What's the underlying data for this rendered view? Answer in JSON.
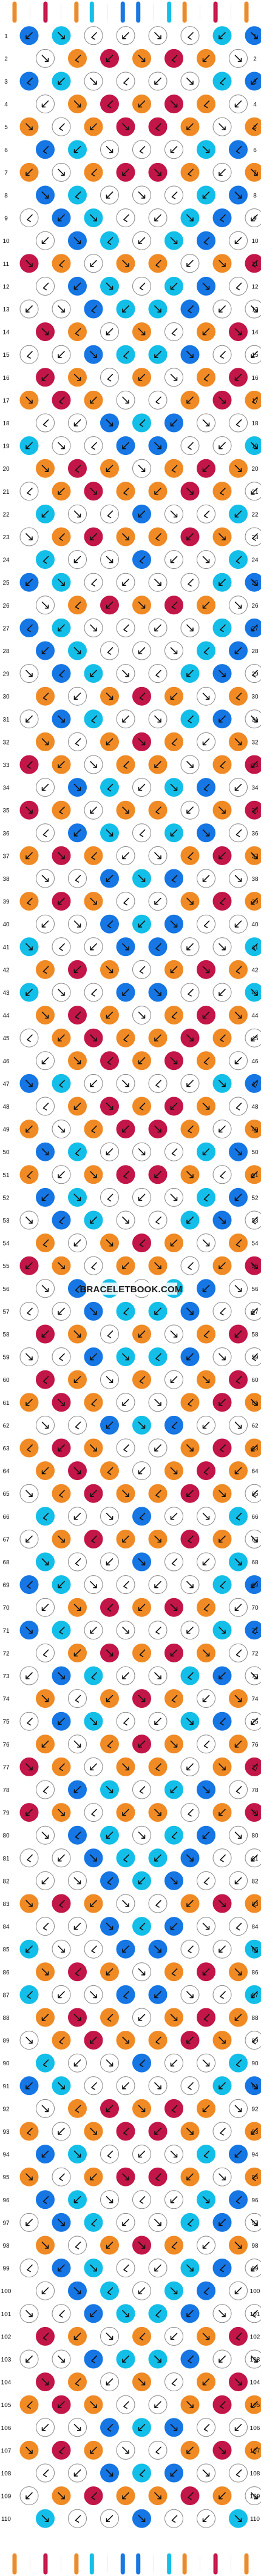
{
  "pattern": {
    "watermark": "BRACELETBOOK.COM",
    "row_count": 110,
    "strand_count": 16,
    "colors": {
      "orange": "#f08a24",
      "white": "#ffffff",
      "blue": "#1576e4",
      "cyan": "#13bfe8",
      "crimson": "#c21548",
      "outline": "#2a2a2a",
      "row_number_text": "#111111"
    },
    "strands_top": [
      "orange",
      "white",
      "crimson",
      "white",
      "orange",
      "cyan",
      "white",
      "blue",
      "blue",
      "white",
      "cyan",
      "orange",
      "white",
      "crimson",
      "white",
      "orange"
    ],
    "strands_bottom": [
      "orange",
      "white",
      "crimson",
      "white",
      "orange",
      "cyan",
      "white",
      "blue",
      "blue",
      "white",
      "cyan",
      "orange",
      "white",
      "crimson",
      "white",
      "orange"
    ]
  }
}
